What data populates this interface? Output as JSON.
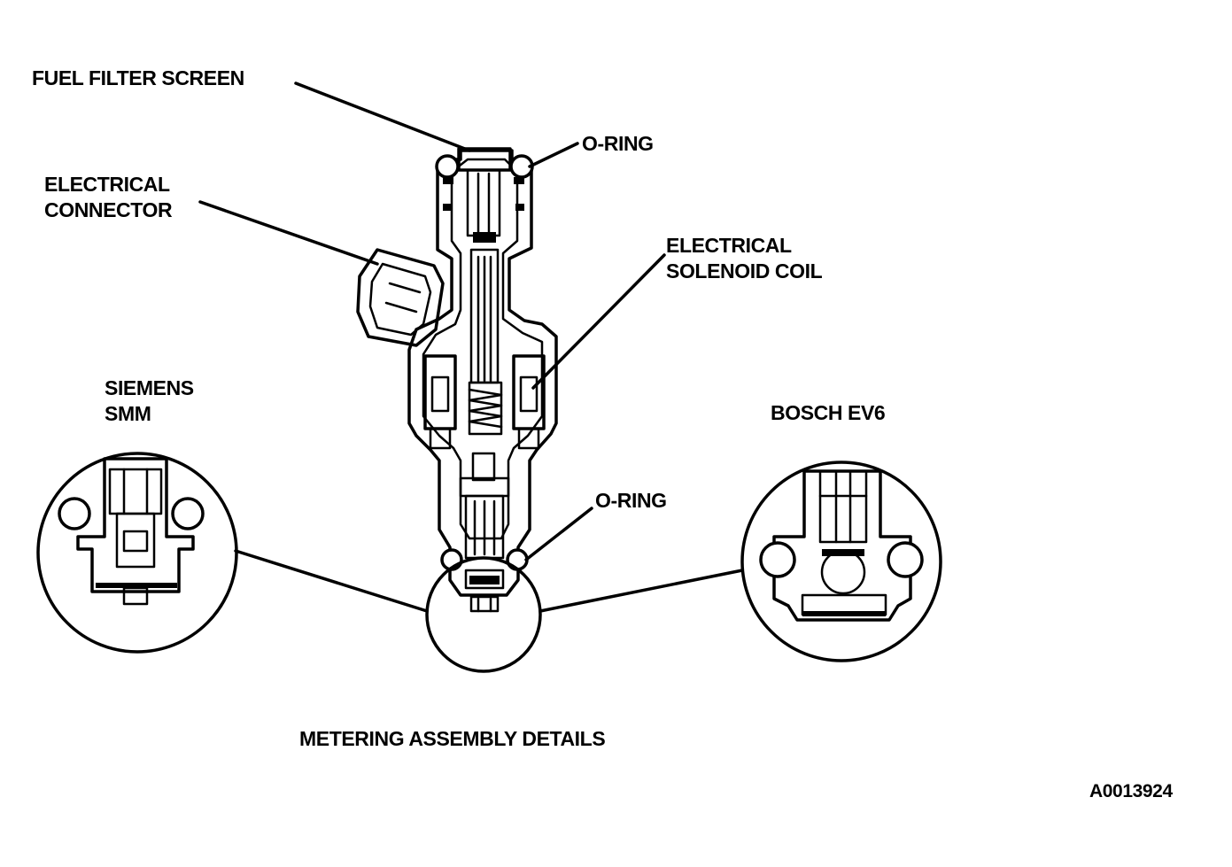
{
  "labels": {
    "fuel_filter_screen": "FUEL FILTER SCREEN",
    "o_ring_top": "O-RING",
    "electrical_connector": [
      "ELECTRICAL",
      "CONNECTOR"
    ],
    "electrical_solenoid_coil": [
      "ELECTRICAL",
      "SOLENOID COIL"
    ],
    "siemens": [
      "SIEMENS",
      "SMM"
    ],
    "bosch": "BOSCH EV6",
    "o_ring_bottom": "O-RING",
    "metering_assembly_details": "METERING ASSEMBLY DETAILS",
    "figure_id": "A0013924"
  }
}
